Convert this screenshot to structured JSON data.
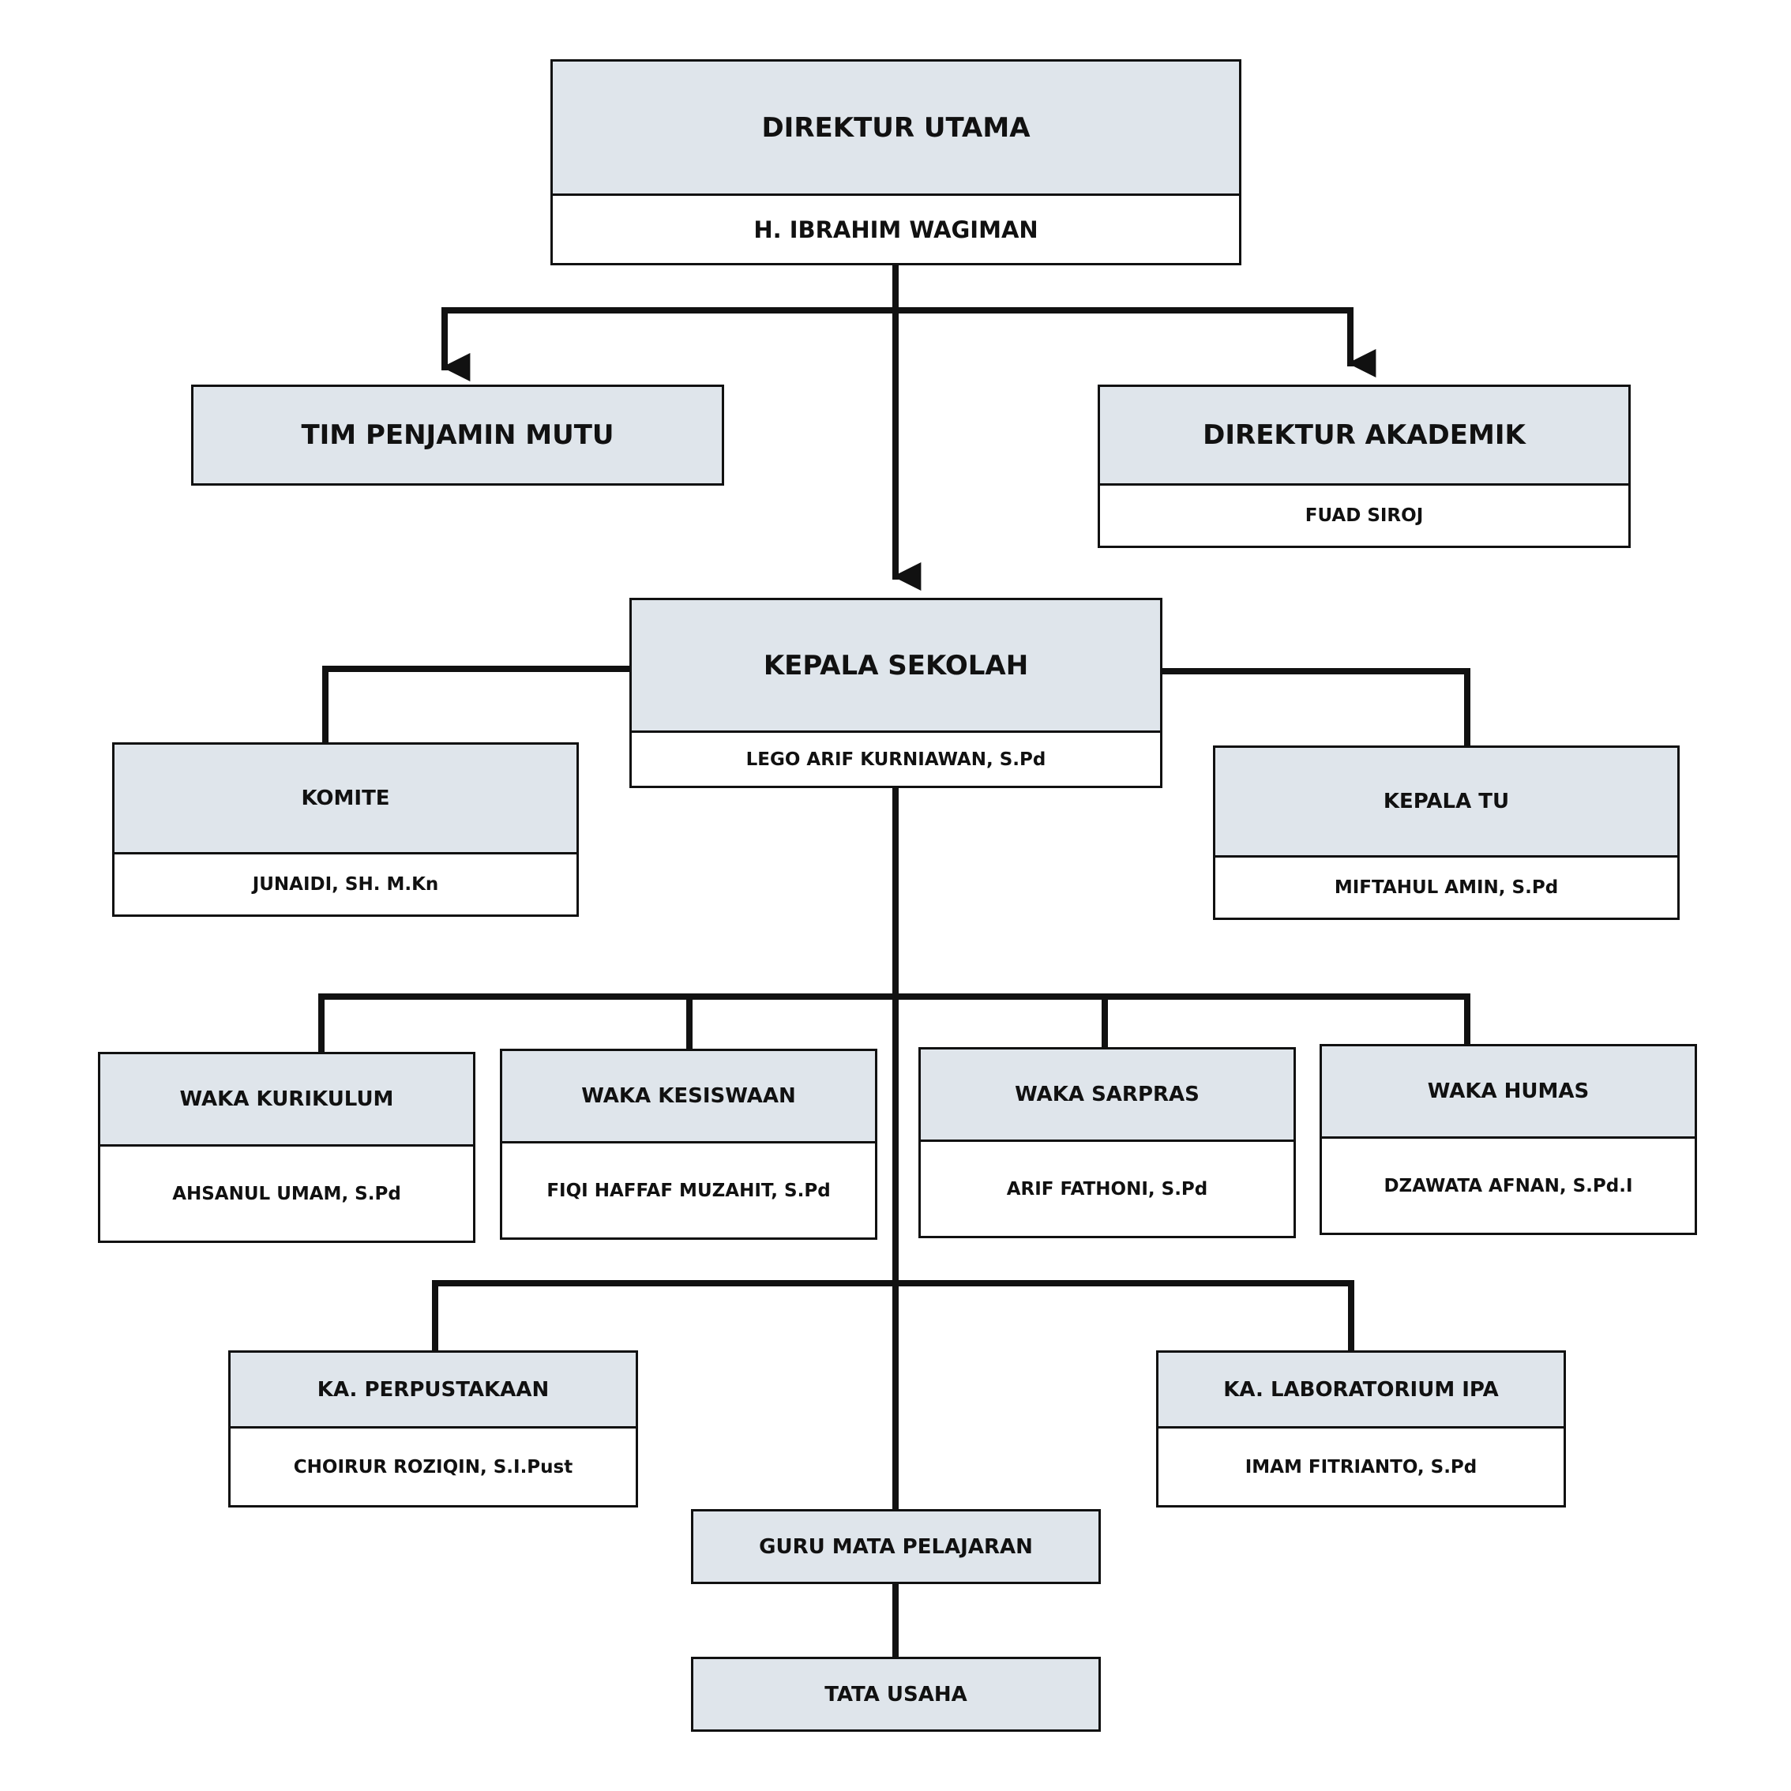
{
  "colors": {
    "header_fill": "#dfe5eb",
    "border": "#111111",
    "background": "#ffffff"
  },
  "nodes": {
    "direktur_utama": {
      "title": "DIREKTUR UTAMA",
      "name": "H. IBRAHIM WAGIMAN"
    },
    "tim_penjamin_mutu": {
      "title": "TIM PENJAMIN MUTU"
    },
    "direktur_akademik": {
      "title": "DIREKTUR AKADEMIK",
      "name": "FUAD SIROJ"
    },
    "kepala_sekolah": {
      "title": "KEPALA SEKOLAH",
      "name": "LEGO ARIF KURNIAWAN, S.Pd"
    },
    "komite": {
      "title": "KOMITE",
      "name": "JUNAIDI, SH. M.Kn"
    },
    "kepala_tu": {
      "title": "KEPALA TU",
      "name": "MIFTAHUL AMIN, S.Pd"
    },
    "waka_kurikulum": {
      "title": "WAKA KURIKULUM",
      "name": "AHSANUL UMAM, S.Pd"
    },
    "waka_kesiswaan": {
      "title": "WAKA KESISWAAN",
      "name": "FIQI HAFFAF MUZAHIT, S.Pd"
    },
    "waka_sarpras": {
      "title": "WAKA SARPRAS",
      "name": "ARIF FATHONI, S.Pd"
    },
    "waka_humas": {
      "title": "WAKA HUMAS",
      "name": "DZAWATA AFNAN, S.Pd.I"
    },
    "ka_perpustakaan": {
      "title": "KA. PERPUSTAKAAN",
      "name": "CHOIRUR ROZIQIN, S.I.Pust"
    },
    "ka_laboratorium": {
      "title": "KA. LABORATORIUM IPA",
      "name": "IMAM FITRIANTO, S.Pd"
    },
    "guru_mapel": {
      "title": "GURU MATA PELAJARAN"
    },
    "tata_usaha": {
      "title": "TATA USAHA"
    }
  }
}
